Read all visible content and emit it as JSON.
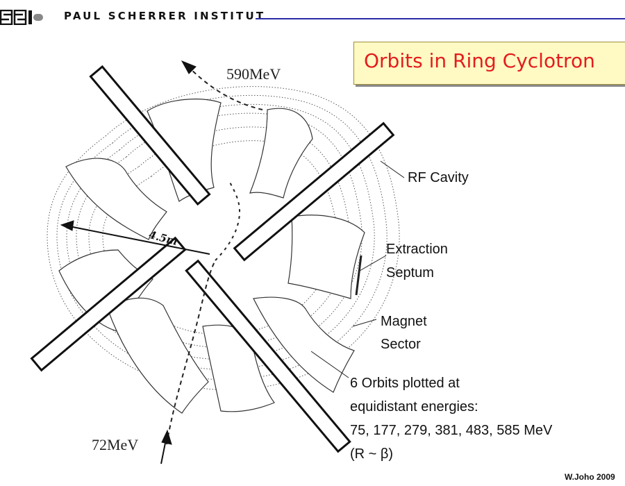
{
  "header": {
    "logo_text": "PSI",
    "institute": "PAUL SCHERRER INSTITUT"
  },
  "title": "Orbits in Ring Cyclotron",
  "energies": {
    "extraction": "590MeV",
    "injection": "72MeV"
  },
  "radius_label": "4.5m",
  "labels": {
    "rf_cavity": "RF Cavity",
    "extraction_line1": "Extraction",
    "extraction_line2": "Septum",
    "magnet_line1": "Magnet",
    "magnet_line2": "Sector"
  },
  "note": {
    "line1": "6 Orbits plotted at",
    "line2": "equidistant energies:",
    "line3": "75, 177, 279, 381, 483, 585 MeV",
    "line4": "(R ~ β)"
  },
  "credit": "W.Joho 2009",
  "colors": {
    "title": "#e31d1d",
    "title_bg": "#fff9c4",
    "rule": "#2a2aa8"
  }
}
